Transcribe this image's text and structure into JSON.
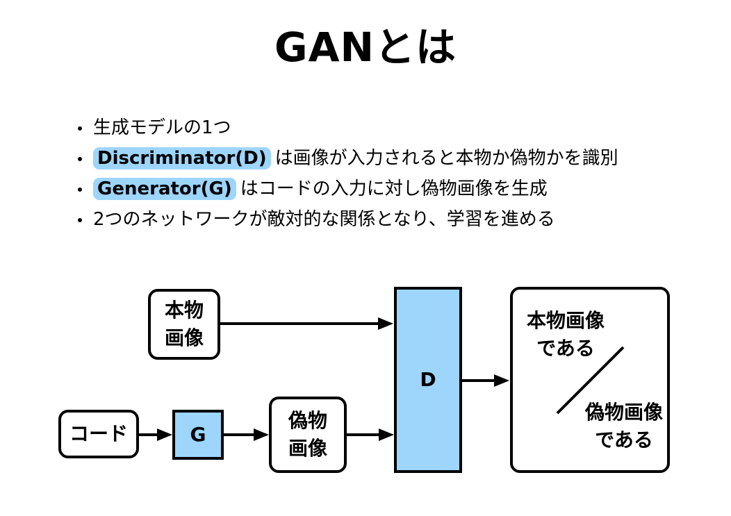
{
  "title": "GANとは",
  "bullets": [
    {
      "highlight": "",
      "text": "生成モデルの1つ"
    },
    {
      "highlight": "Discriminator(D)",
      "text": "は画像が入力されると本物か偽物かを識別"
    },
    {
      "highlight": "Generator(G)",
      "text": "はコードの入力に対し偽物画像を生成"
    },
    {
      "highlight": "",
      "text": "2つのネットワークが敵対的な関係となり、学習を進める"
    }
  ],
  "diagram": {
    "real_image": "本物\n画像",
    "code": "コード",
    "generator": "G",
    "fake_image": "偽物\n画像",
    "discriminator": "D",
    "output_real": "本物画像\nである",
    "output_fake": "偽物画像\nである",
    "colors": {
      "accent": "#9dd5fb",
      "line": "#000000"
    }
  }
}
